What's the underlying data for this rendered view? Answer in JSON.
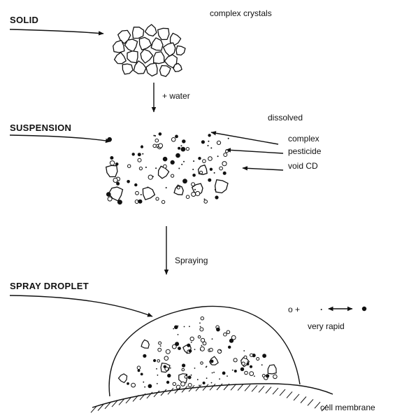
{
  "diagram": {
    "stages": {
      "solid": "SOLID",
      "suspension": "SUSPENSION",
      "spray_droplet": "SPRAY DROPLET"
    },
    "annotations": {
      "complex_crystals": "complex crystals",
      "add_water": "+ water",
      "dissolved": "dissolved",
      "complex": "complex",
      "pesticide": "pesticide",
      "void_cd": "void CD",
      "spraying": "Spraying",
      "very_rapid": "very rapid",
      "cell_membrane": "cell membrane"
    },
    "equilibrium": {
      "left": "o +",
      "dot": "·"
    },
    "colors": {
      "ink": "#111111",
      "background": "#ffffff"
    }
  }
}
